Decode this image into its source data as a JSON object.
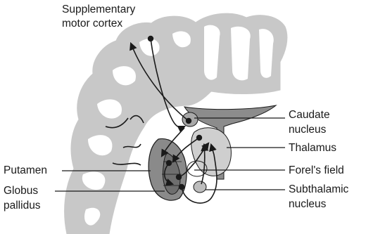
{
  "labels": {
    "supplementary_line1": "Supplementary",
    "supplementary_line2": "motor cortex",
    "caudate_line1": "Caudate",
    "caudate_line2": "nucleus",
    "thalamus": "Thalamus",
    "forels_field": "Forel's field",
    "subthalamic_line1": "Subthalamic",
    "subthalamic_line2": "nucleus",
    "putamen": "Putamen",
    "globus_line1": "Globus",
    "globus_line2": "pallidus"
  },
  "colors": {
    "cortex_gray": "#c8c8c8",
    "thalamus_gray": "#cfcfcf",
    "caudate_dark": "#8c8c8c",
    "putamen_dark": "#8a8a8a",
    "pallidus_darker": "#6e6e6e",
    "outline": "#1a1a1a"
  }
}
